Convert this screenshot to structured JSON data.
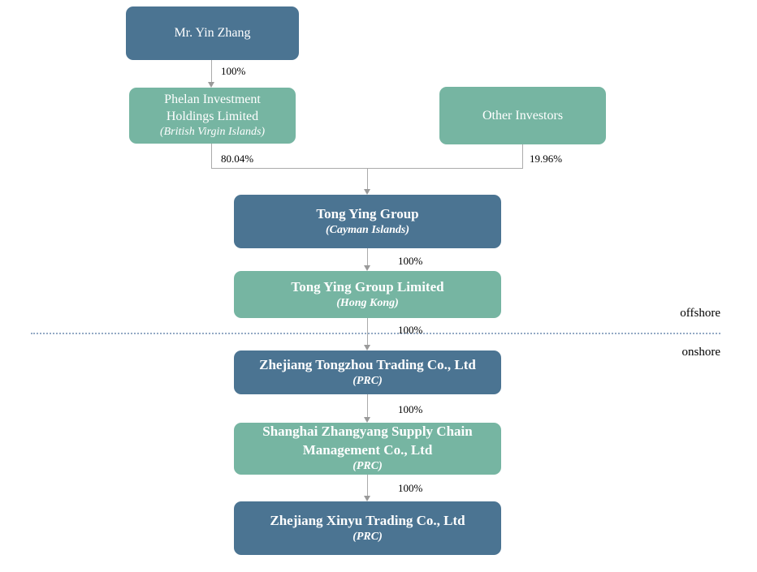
{
  "diagram_type": "corporate-ownership-structure",
  "colors": {
    "node_blue": "#4b7492",
    "node_green": "#76b5a2",
    "connector_line": "#ababab",
    "arrowhead": "#9a9a9a",
    "divider_dotted": "#93a9c4",
    "node_text": "#ffffff",
    "label_text": "#000000"
  },
  "nodes": {
    "yin_zhang": {
      "line1": "Mr. Yin Zhang"
    },
    "phelan": {
      "line1": "Phelan Investment",
      "line2": "Holdings Limited",
      "jurisdiction": "(British Virgin Islands)"
    },
    "other_investors": {
      "line1": "Other Investors"
    },
    "tong_ying_group": {
      "line1": "Tong Ying Group",
      "jurisdiction": "(Cayman Islands)"
    },
    "tong_ying_group_limited": {
      "line1": "Tong Ying Group Limited",
      "jurisdiction": "(Hong Kong)"
    },
    "zhejiang_tongzhou": {
      "line1": "Zhejiang Tongzhou Trading Co., Ltd",
      "jurisdiction": "(PRC)"
    },
    "shanghai_zhangyang": {
      "line1": "Shanghai Zhangyang Supply Chain",
      "line2": "Management Co., Ltd",
      "jurisdiction": "(PRC)"
    },
    "zhejiang_xinyu": {
      "line1": "Zhejiang Xinyu Trading Co., Ltd",
      "jurisdiction": "(PRC)"
    }
  },
  "edge_labels": {
    "yin_to_phelan": "100%",
    "phelan_to_group": "80.04%",
    "other_to_group": "19.96%",
    "group_to_hk": "100%",
    "hk_to_tongzhou": "100%",
    "tongzhou_to_zhangyang": "100%",
    "zhangyang_to_xinyu": "100%"
  },
  "region_labels": {
    "offshore": "offshore",
    "onshore": "onshore"
  }
}
